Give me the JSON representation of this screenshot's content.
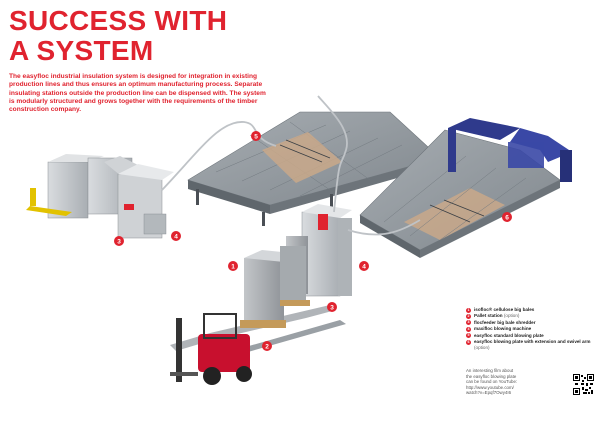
{
  "headline": {
    "line1": "SUCCESS WITH",
    "line2": "A SYSTEM"
  },
  "intro": "The easyfloc industrial insulation system is designed for integration in existing production lines and thus ensures an optimum manufacturing process. Separate insulating stations outside the production line can be dispensed with. The system is modularly structured and grows together with the requirements of the timber construction company.",
  "callouts": [
    "5",
    "3",
    "4",
    "1",
    "2",
    "3",
    "4",
    "6"
  ],
  "legend": [
    {
      "num": "1",
      "title": "isofloc® cellulose big bales",
      "opt": ""
    },
    {
      "num": "2",
      "title": "Pallet station",
      "opt": "(option)"
    },
    {
      "num": "3",
      "title": "flocfeeder big bale shredder",
      "opt": ""
    },
    {
      "num": "4",
      "title": "maxifloc blowing machine",
      "opt": ""
    },
    {
      "num": "5",
      "title": "easyfloc standard blowing plate",
      "opt": ""
    },
    {
      "num": "6",
      "title": "easyfloc blowing plate with extension and swivel arm",
      "opt": "(option)"
    }
  ],
  "film": {
    "line1": "An interesting film about",
    "line2": "the easyfloc blowing plate",
    "line3": "can be found on YouTube:",
    "line4": "http://www.youtube.com/",
    "line5": "watch?v=Epqf7Owy4I6"
  },
  "colors": {
    "accent": "#e0232f",
    "table": "#8e959b",
    "machine": "#c9ccd0",
    "gantry": "#2f3a8c",
    "forklift": "#c8102e"
  },
  "icons": [
    "qr-code-icon"
  ]
}
